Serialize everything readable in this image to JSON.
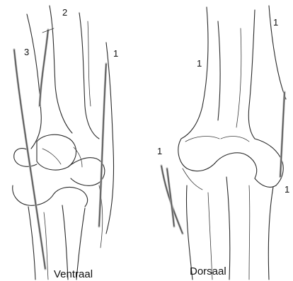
{
  "ventral": {
    "caption": "Ventraal",
    "marker_1": "1",
    "marker_2": "2",
    "marker_3": "3"
  },
  "dorsal": {
    "caption": "Dorsaal",
    "marker_1_top_left": "1",
    "marker_1_top_right": "1",
    "marker_1_left": "1",
    "marker_1_right": "1"
  }
}
